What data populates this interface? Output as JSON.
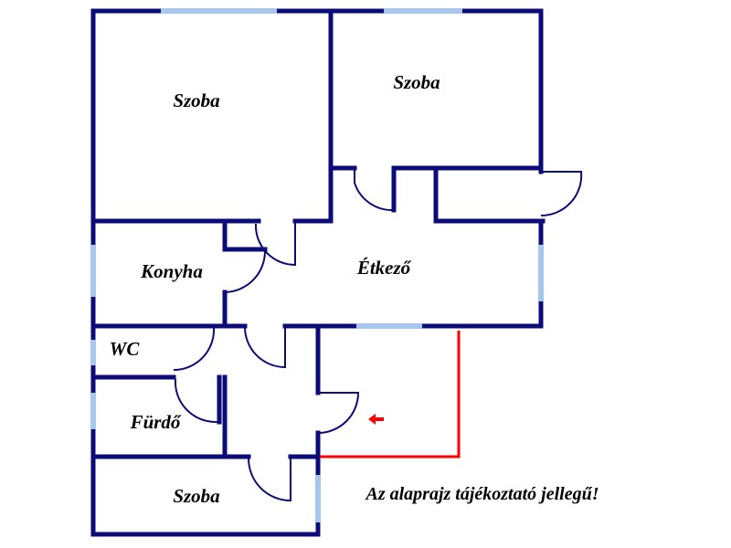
{
  "rooms": [
    {
      "id": "top-left",
      "label": "Szoba"
    },
    {
      "id": "top-right",
      "label": "Szoba"
    },
    {
      "id": "kitchen",
      "label": "Konyha"
    },
    {
      "id": "dining",
      "label": "Étkező"
    },
    {
      "id": "wc",
      "label": "WC"
    },
    {
      "id": "bath",
      "label": "Fürdő"
    },
    {
      "id": "bottom-left",
      "label": "Szoba"
    }
  ],
  "disclaimer": "Az alaprajz tájékoztató jellegű!",
  "colors": {
    "wall": "#0b0b7a",
    "window": "#a6c8ee",
    "entrance": "#ff0000",
    "text": "#000000"
  }
}
